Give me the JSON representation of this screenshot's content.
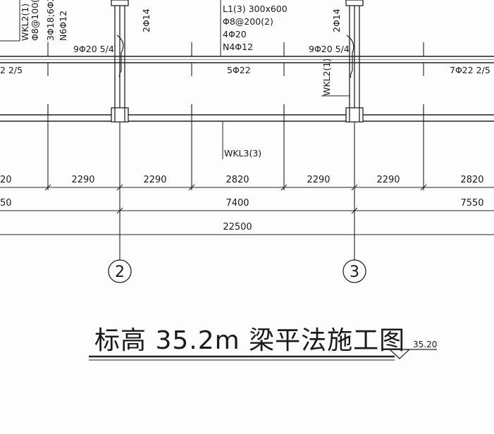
{
  "title": {
    "main": "标高 35.2m 梁平法施工图",
    "elevation_mark": "35.20"
  },
  "beam_notes": {
    "left_vertical": [
      "WKL2(1)",
      "Φ8@100(2",
      "3Φ18;6Φ2",
      "N6Φ12"
    ],
    "top_center": [
      "L1(3) 300x600",
      "Φ8@200(2)",
      "4Φ20",
      "N4Φ12"
    ],
    "col2_top_bar": "2Φ14",
    "col3_top_bar": "2Φ14",
    "bay_left_support": "9Φ20 5/4",
    "bay_right_support": "9Φ20 5/4",
    "left_edge_bottom": "2 2/5",
    "mid_bottom": "5Φ22",
    "right_edge_bottom": "7Φ22 2/5",
    "wkl2_right": "WKL2(1)",
    "wkl3": "WKL3(3)"
  },
  "dimensions": {
    "row1": [
      "20",
      "2290",
      "2290",
      "2820",
      "2290",
      "2290",
      "2820"
    ],
    "row2": [
      "50",
      "7400",
      "7550"
    ],
    "row3": [
      "22500"
    ]
  },
  "axes": [
    "2",
    "3"
  ]
}
